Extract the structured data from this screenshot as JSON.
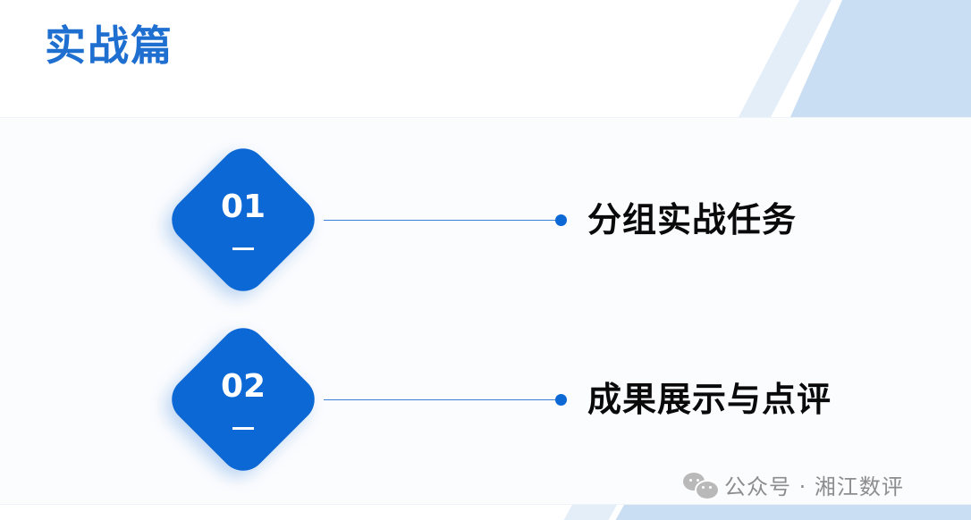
{
  "header": {
    "title": "实战篇"
  },
  "items": [
    {
      "number": "01",
      "dash": "—",
      "label": "分组实战任务"
    },
    {
      "number": "02",
      "dash": "—",
      "label": "成果展示与点评"
    }
  ],
  "watermark": {
    "icon": "wechat-icon",
    "text": "公众号 · 湘江数评"
  },
  "colors": {
    "accent": "#0b68d5",
    "title": "#1f6fd1",
    "stripe_light": "#e4eef9",
    "stripe_dark": "#c9ddf3"
  }
}
